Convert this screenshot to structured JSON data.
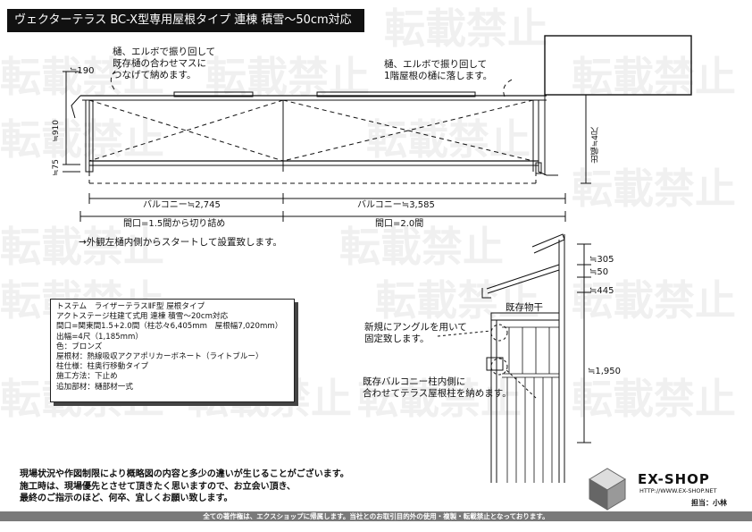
{
  "title": "ヴェクターテラス BC-X型専用屋根タイプ 連棟 積雪〜50cm対応",
  "watermark": "転載禁止",
  "notes": {
    "left_gutter": [
      "樋、エルボで振り回して",
      "既存樋の合わせマスに",
      "つなげて納めます。"
    ],
    "right_gutter": [
      "樋、エルボで振り回して",
      "1階屋根の樋に落します。"
    ],
    "start_note": "→外観左樋内側からスタートして設置致します。",
    "angle": [
      "新規にアングルを用いて",
      "固定致します。"
    ],
    "column": [
      "既存バルコニー柱内側に",
      "合わせてテラス屋根柱を納めます。"
    ],
    "existing": "既存物干"
  },
  "dims": {
    "d190": "≒190",
    "d910": "≒910",
    "d75": "≒75",
    "projection_label": "出幅≒4尺",
    "balcony_left": "バルコニー≒2,745",
    "balcony_right": "バルコニー≒3,585",
    "span_left": "間口=1.5間から切り詰め",
    "span_right": "間口=2.0間",
    "d305": "≒305",
    "d50": "≒50",
    "d445": "≒445",
    "d1950": "≒1,950"
  },
  "spec": [
    "トステム　ライザーテラスⅡF型 屋根タイプ",
    "アクトステージ柱建て式用 連棟 積雪〜20cm対応",
    "間口=関東間1.5+2.0間（柱芯々6,405mm　屋根幅7,020mm）",
    "出幅=4尺（1,185mm）",
    "色：ブロンズ",
    "屋根材：熱線吸収アクアポリカーボネート（ライトブルー）",
    "柱仕様：柱奥行移動タイプ",
    "施工方法：下止め",
    "追加部材：樋部材一式"
  ],
  "disclaimer": [
    "現場状況や作図制限により概略図の内容と多少の違いが生じることがございます。",
    "施工時は、現場優先とさせて頂きたく思いますので、お立会い頂き、",
    "最終のご指示のほど、何卒、宜しくお願い致します。"
  ],
  "footer": "全ての著作権は、エクスショップに帰属します。当社とのお取引目的外の使用・複製・転載禁止となっております。",
  "brand": {
    "name": "EX-SHOP",
    "url": "HTTP://WWW.EX-SHOP.NET",
    "staff": "担当：小林"
  }
}
